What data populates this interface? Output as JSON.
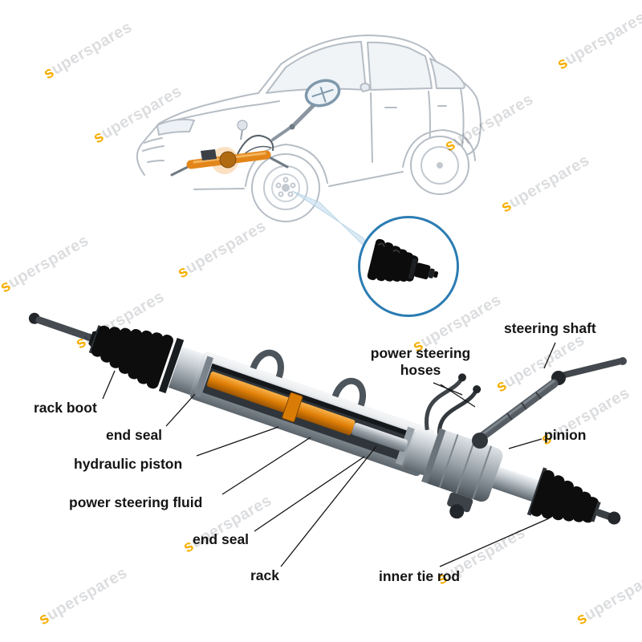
{
  "watermark": {
    "text": "superspares",
    "accent_color": "#f6ae00",
    "text_color": "#dcdddf"
  },
  "diagram": {
    "labels": {
      "steering_shaft": "steering shaft",
      "power_steering_hoses": "power steering hoses",
      "rack_boot": "rack boot",
      "end_seal_top": "end seal",
      "hydraulic_piston": "hydraulic piston",
      "power_steering_fluid": "power steering fluid",
      "end_seal_bottom": "end seal",
      "rack": "rack",
      "pinion": "pinion",
      "inner_tie_rod": "inner tie rod"
    },
    "colors": {
      "label_text": "#141414",
      "leader_line": "#151515",
      "inset_ring": "#2b7cb3",
      "hydraulic_fluid": "#e07f07",
      "rubber_black": "#0d0d0d",
      "steel_gray": "#aab3ba",
      "car_outline": "#b6bdc5",
      "beam_blue": "#cfe4f2"
    }
  }
}
